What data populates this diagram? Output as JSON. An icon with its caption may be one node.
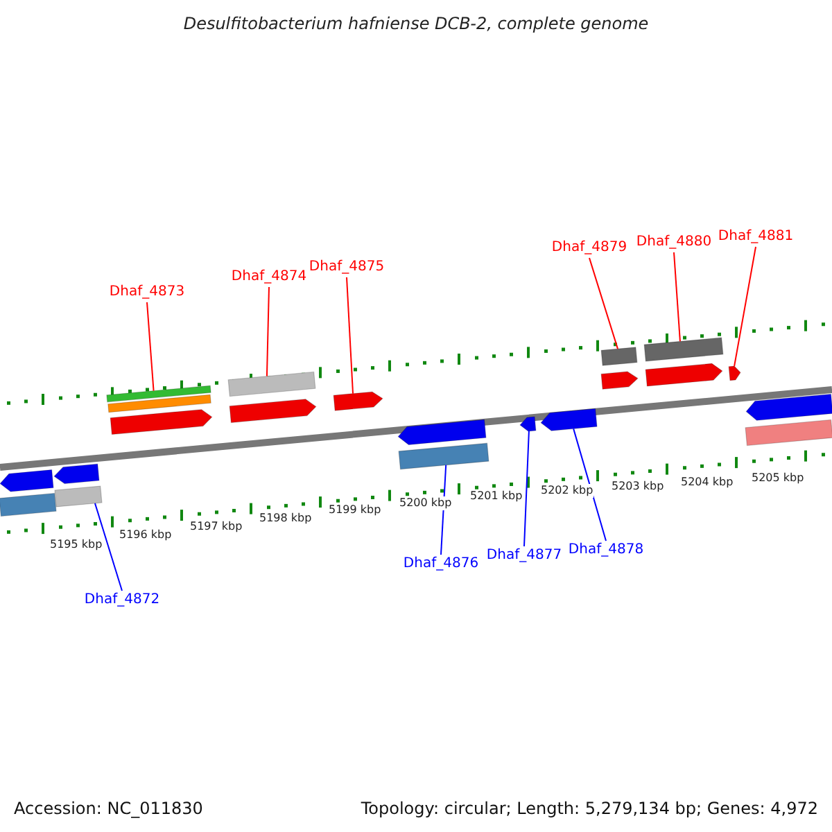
{
  "diagram": {
    "title": "Desulfitobacterium hafniense DCB-2, complete genome",
    "nodes": [
      {
        "text": [
          "Dhaf_4872"
        ]
      },
      {
        "text": [
          "Dhaf_4873"
        ]
      },
      {
        "text": [
          "Dhaf_4874"
        ]
      },
      {
        "text": [
          "Dhaf_4875"
        ]
      },
      {
        "text": [
          "Dhaf_4876"
        ]
      },
      {
        "text": [
          "Dhaf_4877"
        ]
      },
      {
        "text": [
          "Dhaf_4878"
        ]
      },
      {
        "text": [
          "Dhaf_4879"
        ]
      },
      {
        "text": [
          "Dhaf_4880"
        ]
      },
      {
        "text": [
          "Dhaf_4881"
        ]
      },
      {
        "text": [],
        "shape": "arrow"
      },
      {
        "text": [],
        "shape": "bar"
      },
      {
        "text": [],
        "shape": "arrow"
      },
      {
        "text": [],
        "shape": "bar"
      },
      {
        "text": [],
        "shape": "bar"
      },
      {
        "text": [],
        "shape": "bar"
      },
      {
        "text": [],
        "shape": "arrow"
      },
      {
        "text": [],
        "shape": "bar"
      },
      {
        "text": [],
        "shape": "arrow"
      },
      {
        "text": [],
        "shape": "arrow"
      },
      {
        "text": [],
        "shape": "arrow"
      },
      {
        "text": [],
        "shape": "bar"
      },
      {
        "text": [],
        "shape": "arrow"
      },
      {
        "text": [],
        "shape": "arrow"
      },
      {
        "text": [],
        "shape": "bar"
      },
      {
        "text": [],
        "shape": "arrow"
      },
      {
        "text": [],
        "shape": "bar"
      },
      {
        "text": [],
        "shape": "arrow"
      },
      {
        "text": [],
        "shape": "arrow"
      },
      {
        "text": [],
        "shape": "arrow"
      },
      {
        "text": [],
        "shape": "bar"
      }
    ],
    "edges": [
      {
        "from": 0,
        "to": 13,
        "arrow": "none",
        "color": "#0000ff"
      },
      {
        "from": 1,
        "to": 14,
        "arrow": "none"
      },
      {
        "from": 2,
        "to": 17,
        "arrow": "none"
      },
      {
        "from": 3,
        "to": 19,
        "arrow": "none"
      },
      {
        "from": 4,
        "to": 21,
        "arrow": "none",
        "color": "#0000ff"
      },
      {
        "from": 5,
        "to": 22,
        "arrow": "none",
        "color": "#0000ff"
      },
      {
        "from": 6,
        "to": 23,
        "arrow": "none",
        "color": "#0000ff"
      },
      {
        "from": 7,
        "to": 24,
        "arrow": "none"
      },
      {
        "from": 8,
        "to": 26,
        "arrow": "none"
      },
      {
        "from": 9,
        "to": 28,
        "arrow": "none"
      }
    ],
    "labels": [
      "5195 kbp",
      "5196 kbp",
      "5197 kbp",
      "5198 kbp",
      "5199 kbp",
      "5200 kbp",
      "5201 kbp",
      "5202 kbp",
      "5203 kbp",
      "5204 kbp",
      "5205 kbp",
      "Accession: NC_011830",
      "Topology: circular; Length: 5,279,134 bp; Genes: 4,972"
    ]
  }
}
